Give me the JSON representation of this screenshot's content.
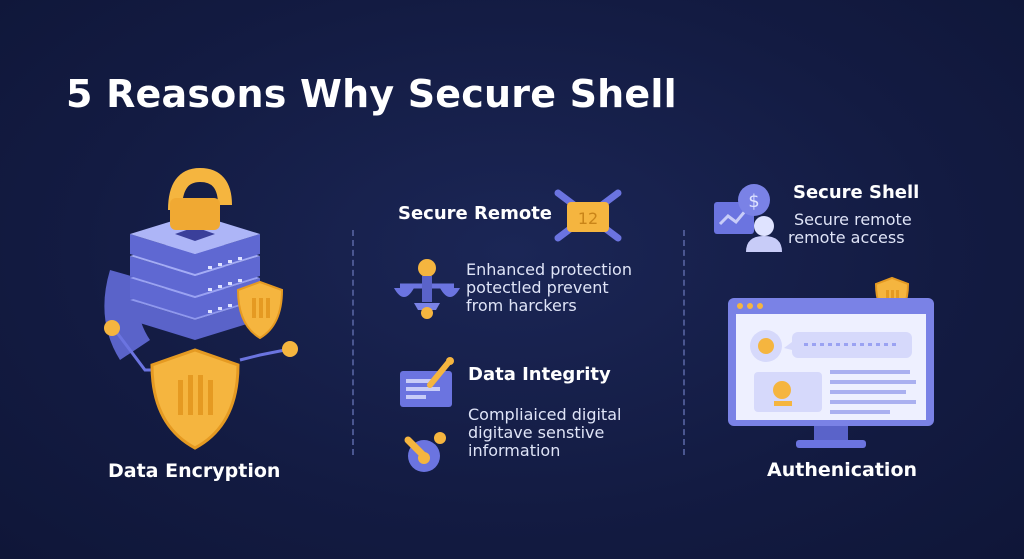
{
  "title": "5 Reasons Why Secure Shell",
  "left_panel": {
    "label": "Data Encryption"
  },
  "middle_panel": {
    "secure_remote": {
      "heading": "Secure Remote",
      "icon_text": "12"
    },
    "enhanced_protection": {
      "lines": [
        "Enhanced protection",
        "potectled prevent",
        "from harckers"
      ]
    },
    "data_integrity": {
      "heading": "Data Integrity",
      "lines": [
        "Compliaiced digital",
        "digitave senstive",
        "information"
      ]
    }
  },
  "right_panel": {
    "secure_shell": {
      "heading": "Secure Shell",
      "lines": [
        "Secure remote",
        "remote access"
      ]
    },
    "label": "Authenication"
  },
  "colors": {
    "background": "#131b42",
    "accent_gold": "#f5b53f",
    "accent_purple": "#6b74e0",
    "text": "#ffffff"
  }
}
